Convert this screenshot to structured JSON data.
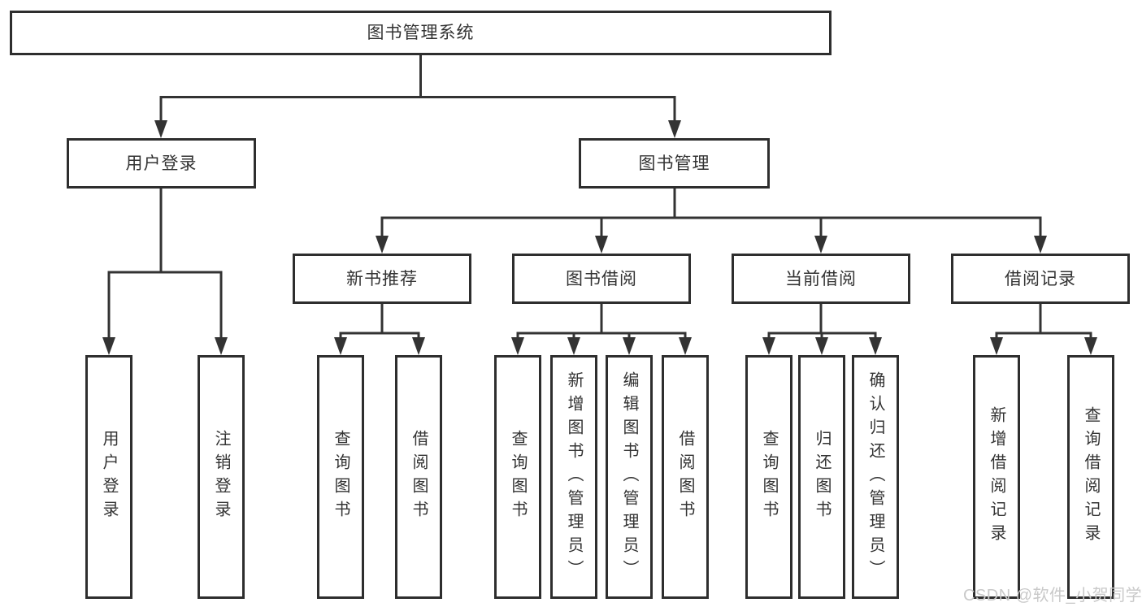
{
  "tree": {
    "root": "图书管理系统",
    "user_login": {
      "label": "用户登录",
      "children": [
        "用户登录",
        "注销登录"
      ]
    },
    "book_management": {
      "label": "图书管理",
      "groups": [
        {
          "label": "新书推荐",
          "children": [
            "查询图书",
            "借阅图书"
          ]
        },
        {
          "label": "图书借阅",
          "children": [
            "查询图书",
            "新增图书（管理员）",
            "编辑图书（管理员）",
            "借阅图书"
          ]
        },
        {
          "label": "当前借阅",
          "children": [
            "查询图书",
            "归还图书",
            "确认归还（管理员）"
          ]
        },
        {
          "label": "借阅记录",
          "children": [
            "新增借阅记录",
            "查询借阅记录"
          ]
        }
      ]
    }
  },
  "watermark": "CSDN @软件_小贺同学",
  "colors": {
    "line": "#333333",
    "box_border": "#2e2e2e",
    "text": "#333333",
    "watermark": "#c9c9c9",
    "background": "#ffffff"
  }
}
